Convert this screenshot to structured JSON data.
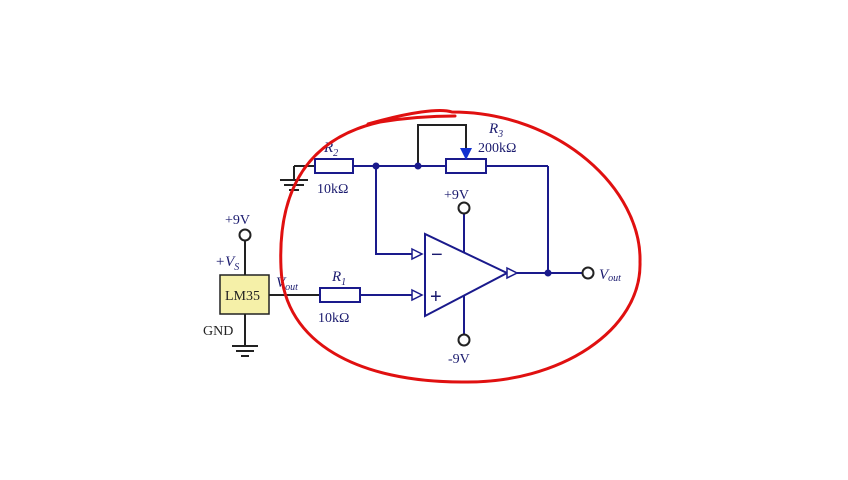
{
  "colors": {
    "wire": "#1a1a8c",
    "chip_fill": "#f5f0a8",
    "annotation": "#e01010",
    "arrow": "#1030d0"
  },
  "labels": {
    "r2_name": "R",
    "r2_sub": "2",
    "r2_value": "10kΩ",
    "r3_name": "R",
    "r3_sub": "3",
    "r3_value": "200kΩ",
    "r1_name": "R",
    "r1_sub": "1",
    "r1_value": "10kΩ",
    "vplus_top": "+9V",
    "vminus": "-9V",
    "sensor_supply": "+9V",
    "vs_name": "+V",
    "vs_sub": "S",
    "chip": "LM35",
    "gnd": "GND",
    "vout_left_name": "V",
    "vout_left_sub": "out",
    "vout_right_name": "V",
    "vout_right_sub": "out",
    "inv": "−",
    "noninv": "+"
  }
}
